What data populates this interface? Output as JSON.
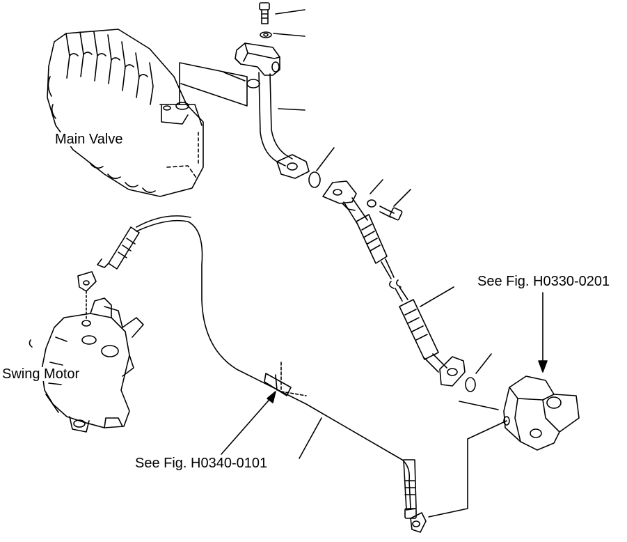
{
  "labels": {
    "main_valve": "Main Valve",
    "swing_motor": "Swing Motor",
    "ref_upper": "See Fig. H0330-0201",
    "ref_lower": "See Fig. H0340-0101"
  },
  "colors": {
    "line": "#000000",
    "background": "#ffffff"
  }
}
